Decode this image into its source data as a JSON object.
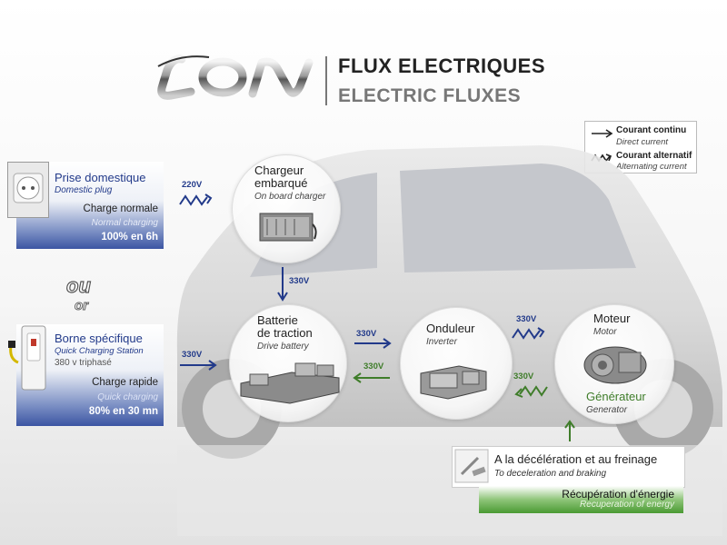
{
  "header": {
    "logo_text": "iOn",
    "title_fr": "FLUX ELECTRIQUES",
    "title_en": "ELECTRIC FLUXES"
  },
  "legend": {
    "direct": {
      "label": "Courant continu",
      "sub": "Direct current",
      "icon": "straight-arrow-icon"
    },
    "alternating": {
      "label": "Courant alternatif",
      "sub": "Alternating current",
      "icon": "zigzag-arrow-icon"
    }
  },
  "sources": {
    "domestic": {
      "title": "Prise domestique",
      "subtitle": "Domestic plug",
      "mode": "Charge normale",
      "mode_en": "Normal charging",
      "time": "100% en 6h",
      "voltage": "220V"
    },
    "separator": {
      "fr": "ou",
      "en": "or"
    },
    "station": {
      "title": "Borne spécifique",
      "subtitle": "Quick Charging Station",
      "spec": "380 v triphasé",
      "mode": "Charge rapide",
      "mode_en": "Quick charging",
      "time": "80% en 30 mn",
      "voltage": "330V"
    }
  },
  "components": {
    "charger": {
      "title_1": "Chargeur",
      "title_2": "embarqué",
      "subtitle": "On board charger"
    },
    "battery": {
      "title_1": "Batterie",
      "title_2": "de traction",
      "subtitle": "Drive battery"
    },
    "inverter": {
      "title": "Onduleur",
      "subtitle": "Inverter"
    },
    "motor": {
      "title": "Moteur",
      "subtitle": "Motor",
      "gen_title": "Générateur",
      "gen_subtitle": "Generator"
    }
  },
  "flows": {
    "charger_to_battery": "330V",
    "battery_to_inverter": "330V",
    "inverter_to_battery": "330V",
    "inverter_to_motor": "330V",
    "motor_to_inverter": "330V"
  },
  "recovery": {
    "title": "A la décélération et au freinage",
    "subtitle": "To deceleration and braking",
    "label": "Récupération d'énergie",
    "label_en": "Recuperation of energy"
  },
  "colors": {
    "blue": "#223a8a",
    "green": "#3f7d2a"
  }
}
